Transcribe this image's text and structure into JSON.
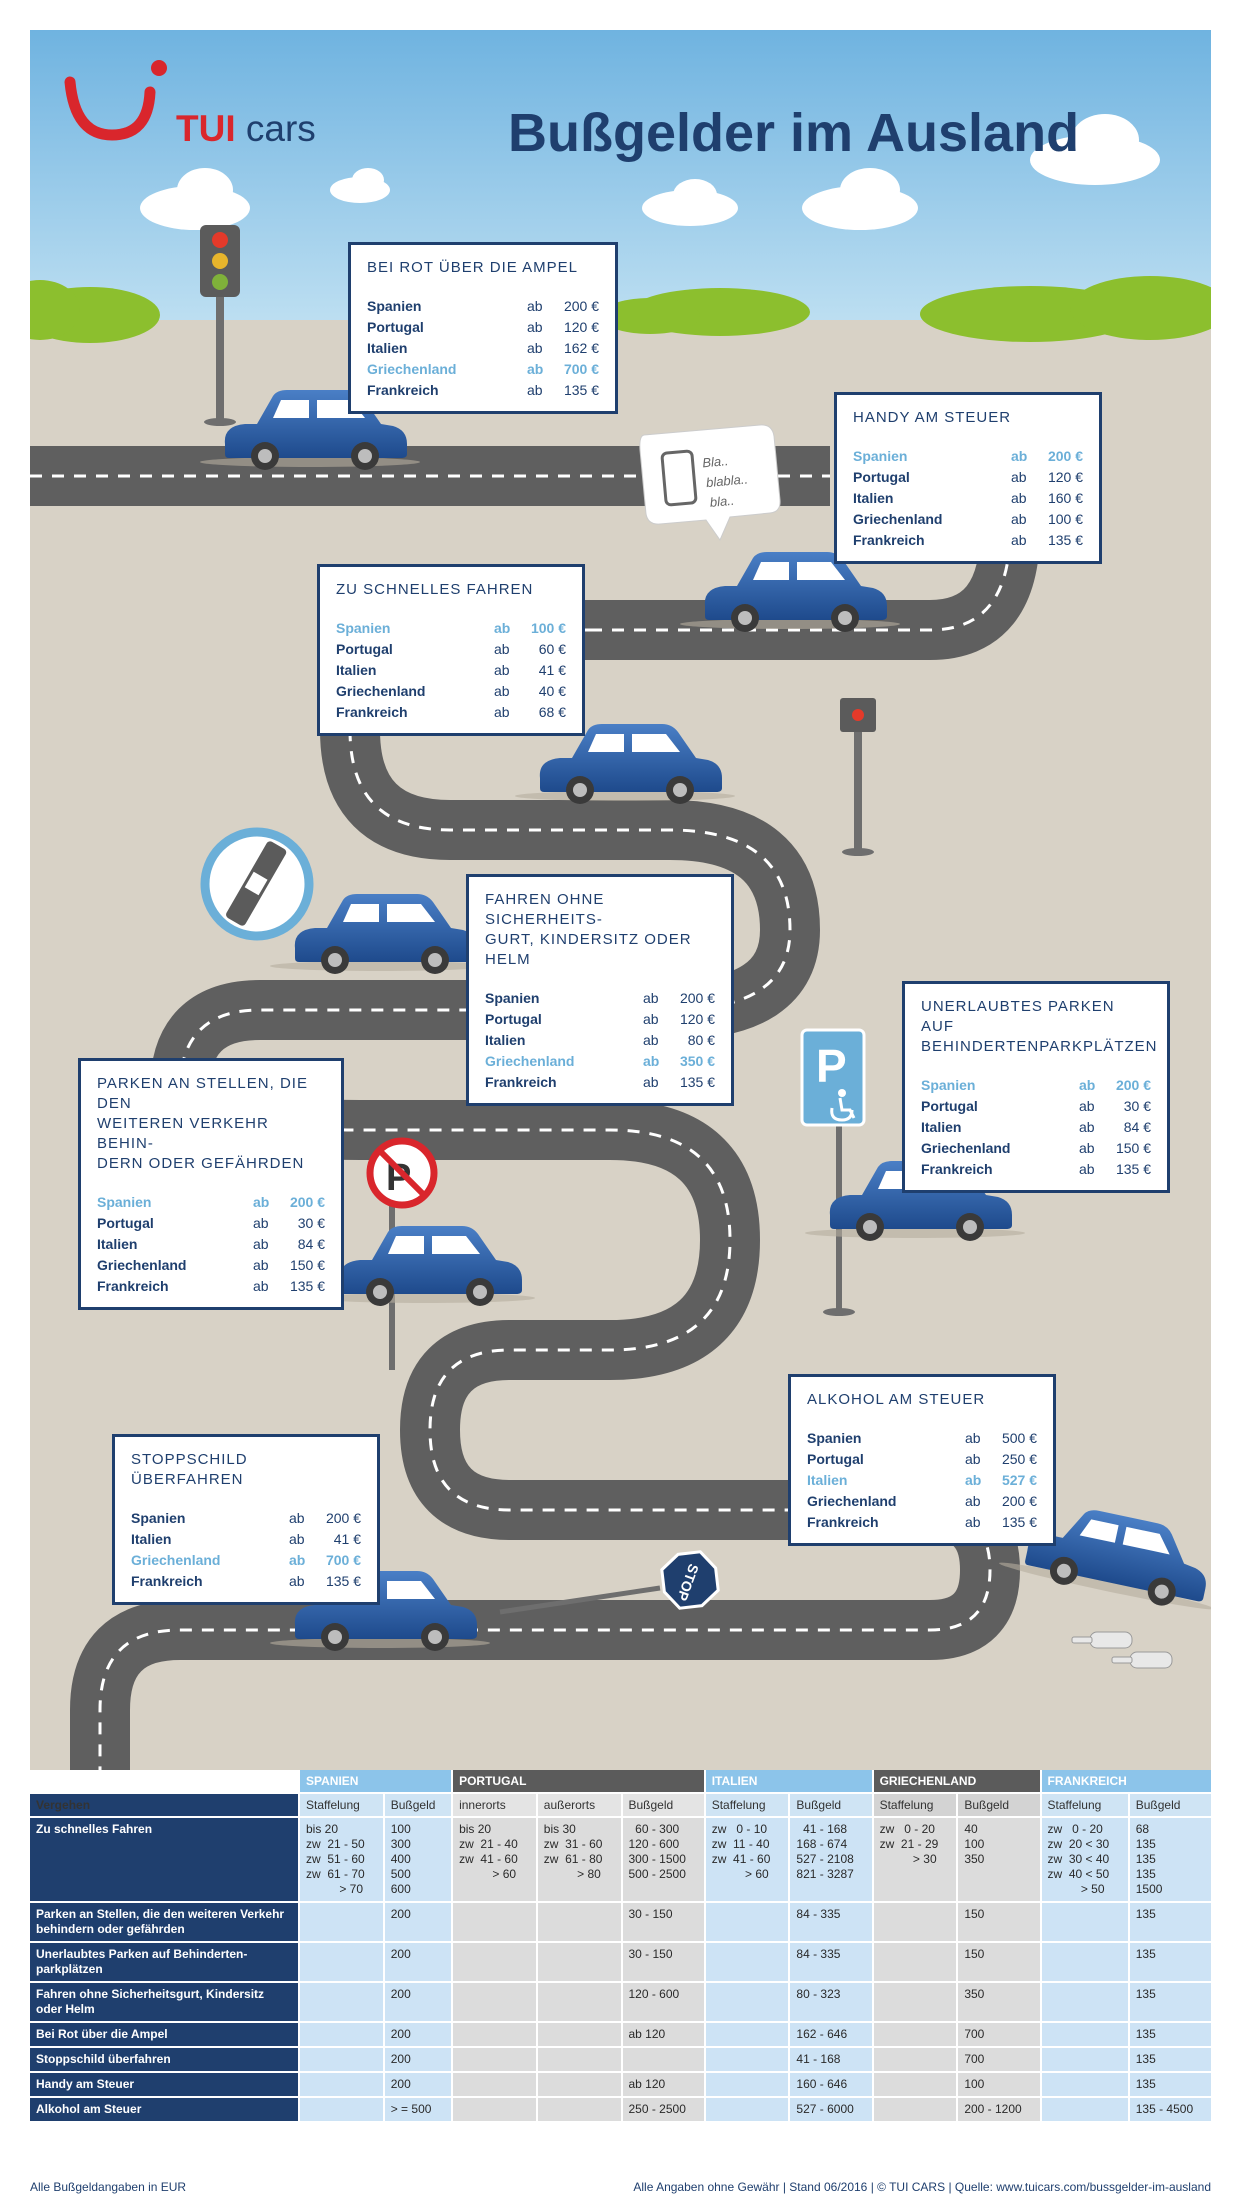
{
  "brand": {
    "logo_tui": "TUI",
    "logo_cars": "cars"
  },
  "title": "Bußgelder im Ausland",
  "speech_bubble": "Bla..\nblabla..\nbla..",
  "stop_sign": "STOP",
  "boxes": {
    "red_light": {
      "title": "BEI ROT ÜBER DIE AMPEL",
      "rows": [
        {
          "country": "Spanien",
          "ab": "ab",
          "amount": "200 €",
          "hl": false
        },
        {
          "country": "Portugal",
          "ab": "ab",
          "amount": "120 €",
          "hl": false
        },
        {
          "country": "Italien",
          "ab": "ab",
          "amount": "162 €",
          "hl": false
        },
        {
          "country": "Griechenland",
          "ab": "ab",
          "amount": "700 €",
          "hl": true
        },
        {
          "country": "Frankreich",
          "ab": "ab",
          "amount": "135 €",
          "hl": false
        }
      ]
    },
    "phone": {
      "title": "HANDY AM STEUER",
      "rows": [
        {
          "country": "Spanien",
          "ab": "ab",
          "amount": "200 €",
          "hl": true
        },
        {
          "country": "Portugal",
          "ab": "ab",
          "amount": "120 €",
          "hl": false
        },
        {
          "country": "Italien",
          "ab": "ab",
          "amount": "160 €",
          "hl": false
        },
        {
          "country": "Griechenland",
          "ab": "ab",
          "amount": "100 €",
          "hl": false
        },
        {
          "country": "Frankreich",
          "ab": "ab",
          "amount": "135 €",
          "hl": false
        }
      ]
    },
    "speeding": {
      "title": "ZU SCHNELLES FAHREN",
      "rows": [
        {
          "country": "Spanien",
          "ab": "ab",
          "amount": "100 €",
          "hl": true
        },
        {
          "country": "Portugal",
          "ab": "ab",
          "amount": "60 €",
          "hl": false
        },
        {
          "country": "Italien",
          "ab": "ab",
          "amount": "41 €",
          "hl": false
        },
        {
          "country": "Griechenland",
          "ab": "ab",
          "amount": "40 €",
          "hl": false
        },
        {
          "country": "Frankreich",
          "ab": "ab",
          "amount": "68 €",
          "hl": false
        }
      ]
    },
    "seatbelt": {
      "title": "FAHREN OHNE SICHERHEITS-\nGURT, KINDERSITZ ODER HELM",
      "rows": [
        {
          "country": "Spanien",
          "ab": "ab",
          "amount": "200 €",
          "hl": false
        },
        {
          "country": "Portugal",
          "ab": "ab",
          "amount": "120 €",
          "hl": false
        },
        {
          "country": "Italien",
          "ab": "ab",
          "amount": "80 €",
          "hl": false
        },
        {
          "country": "Griechenland",
          "ab": "ab",
          "amount": "350 €",
          "hl": true
        },
        {
          "country": "Frankreich",
          "ab": "ab",
          "amount": "135 €",
          "hl": false
        }
      ]
    },
    "disabled_parking": {
      "title": "UNERLAUBTES PARKEN AUF\nBEHINDERTENPARKPLÄTZEN",
      "rows": [
        {
          "country": "Spanien",
          "ab": "ab",
          "amount": "200 €",
          "hl": true
        },
        {
          "country": "Portugal",
          "ab": "ab",
          "amount": "30 €",
          "hl": false
        },
        {
          "country": "Italien",
          "ab": "ab",
          "amount": "84 €",
          "hl": false
        },
        {
          "country": "Griechenland",
          "ab": "ab",
          "amount": "150 €",
          "hl": false
        },
        {
          "country": "Frankreich",
          "ab": "ab",
          "amount": "135 €",
          "hl": false
        }
      ]
    },
    "obstructive_parking": {
      "title": "PARKEN AN STELLEN, DIE DEN\nWEITEREN VERKEHR BEHIN-\nDERN ODER GEFÄHRDEN",
      "rows": [
        {
          "country": "Spanien",
          "ab": "ab",
          "amount": "200 €",
          "hl": true
        },
        {
          "country": "Portugal",
          "ab": "ab",
          "amount": "30 €",
          "hl": false
        },
        {
          "country": "Italien",
          "ab": "ab",
          "amount": "84 €",
          "hl": false
        },
        {
          "country": "Griechenland",
          "ab": "ab",
          "amount": "150 €",
          "hl": false
        },
        {
          "country": "Frankreich",
          "ab": "ab",
          "amount": "135 €",
          "hl": false
        }
      ]
    },
    "alcohol": {
      "title": "ALKOHOL AM STEUER",
      "rows": [
        {
          "country": "Spanien",
          "ab": "ab",
          "amount": "500 €",
          "hl": false
        },
        {
          "country": "Portugal",
          "ab": "ab",
          "amount": "250 €",
          "hl": false
        },
        {
          "country": "Italien",
          "ab": "ab",
          "amount": "527 €",
          "hl": true
        },
        {
          "country": "Griechenland",
          "ab": "ab",
          "amount": "200 €",
          "hl": false
        },
        {
          "country": "Frankreich",
          "ab": "ab",
          "amount": "135 €",
          "hl": false
        }
      ]
    },
    "stop_sign": {
      "title": "STOPPSCHILD ÜBERFAHREN",
      "rows": [
        {
          "country": "Spanien",
          "ab": "ab",
          "amount": "200 €",
          "hl": false
        },
        {
          "country": "Italien",
          "ab": "ab",
          "amount": "41 €",
          "hl": false
        },
        {
          "country": "Griechenland",
          "ab": "ab",
          "amount": "700 €",
          "hl": true
        },
        {
          "country": "Frankreich",
          "ab": "ab",
          "amount": "135 €",
          "hl": false
        }
      ]
    }
  },
  "table": {
    "country_groups": [
      "SPANIEN",
      "PORTUGAL",
      "ITALIEN",
      "GRIECHENLAND",
      "FRANKREICH"
    ],
    "row_header_label": "Vergehen",
    "sub_headers": [
      "Staffelung",
      "Bußgeld",
      "innerorts",
      "außerorts",
      "Bußgeld",
      "Staffelung",
      "Bußgeld",
      "Staffelung",
      "Bußgeld",
      "Staffelung",
      "Bußgeld"
    ],
    "rows": [
      {
        "label": "Zu schnelles Fahren",
        "cells": [
          "bis 20\nzw  21 - 50\nzw  51 - 60\nzw  61 - 70\n          > 70",
          "100\n300\n400\n500\n600",
          "bis 20\nzw  21 - 40\nzw  41 - 60\n          > 60",
          "bis 30\nzw  31 - 60\nzw  61 - 80\n          > 80",
          "  60 - 300\n120 - 600\n300 - 1500\n500 - 2500",
          "zw   0 - 10\nzw  11 - 40\nzw  41 - 60\n          > 60",
          "  41 - 168\n168 - 674\n527 - 2108\n821 - 3287",
          "zw   0 - 20\nzw  21 - 29\n          > 30",
          "40\n100\n350",
          "zw   0 - 20\nzw  20 < 30\nzw  30 < 40\nzw  40 < 50\n          > 50",
          "68\n135\n135\n135\n1500"
        ]
      },
      {
        "label": "Parken an Stellen, die den weiteren Verkehr behindern oder gefährden",
        "cells": [
          "",
          "200",
          "",
          "",
          "30 - 150",
          "",
          "84 - 335",
          "",
          "150",
          "",
          "135"
        ]
      },
      {
        "label": "Unerlaubtes Parken auf Behinderten-parkplätzen",
        "cells": [
          "",
          "200",
          "",
          "",
          "30 - 150",
          "",
          "84 - 335",
          "",
          "150",
          "",
          "135"
        ]
      },
      {
        "label": "Fahren ohne Sicherheitsgurt, Kindersitz oder Helm",
        "cells": [
          "",
          "200",
          "",
          "",
          "120 - 600",
          "",
          "80 - 323",
          "",
          "350",
          "",
          "135"
        ]
      },
      {
        "label": "Bei Rot über die Ampel",
        "cells": [
          "",
          "200",
          "",
          "",
          "ab 120",
          "",
          "162 - 646",
          "",
          "700",
          "",
          "135"
        ]
      },
      {
        "label": "Stoppschild überfahren",
        "cells": [
          "",
          "200",
          "",
          "",
          "",
          "",
          "41 - 168",
          "",
          "700",
          "",
          "135"
        ]
      },
      {
        "label": "Handy am Steuer",
        "cells": [
          "",
          "200",
          "",
          "",
          "ab 120",
          "",
          "160 - 646",
          "",
          "100",
          "",
          "135"
        ]
      },
      {
        "label": "Alkohol am Steuer",
        "cells": [
          "",
          "> = 500",
          "",
          "",
          "250 - 2500",
          "",
          "527 - 6000",
          "",
          "200 - 1200",
          "",
          "135 - 4500"
        ]
      }
    ]
  },
  "footer": {
    "left": "Alle Bußgeldangaben in EUR",
    "right": "Alle Angaben ohne Gewähr  |  Stand 06/2016  |  © TUI CARS  |  Quelle: www.tuicars.com/bussgelder-im-ausland"
  },
  "colors": {
    "navy": "#1f3f6e",
    "highlight": "#6bafd8",
    "road": "#5f5f5f",
    "ground": "#d8d2c6",
    "sky": "#8cc4e6",
    "car": "#2b5aa3",
    "logo_red": "#d9262c",
    "group_spain": "#8cc4ea",
    "group_portugal": "#5b5b5b",
    "group_italy": "#8cc4ea",
    "group_greece": "#5b5b5b",
    "group_france": "#8cc4ea"
  }
}
